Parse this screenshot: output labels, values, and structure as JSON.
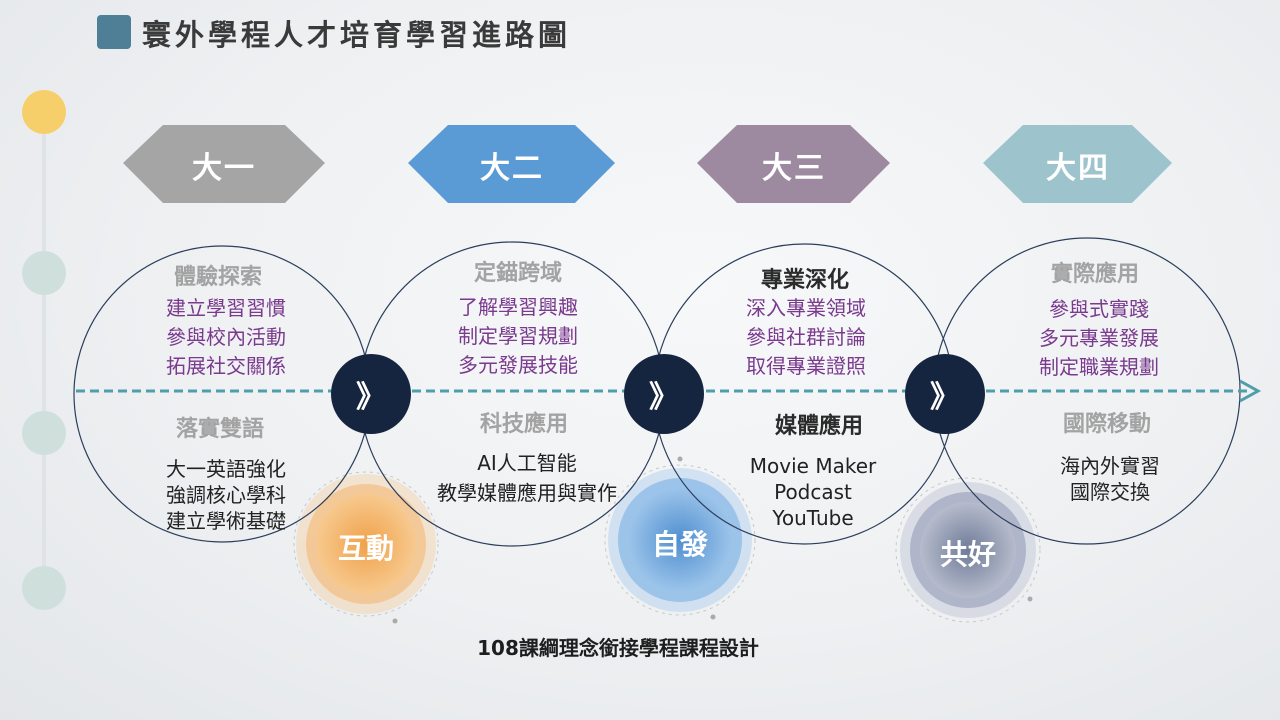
{
  "title": "寰外學程人才培育學習進路圖",
  "years": [
    {
      "label": "大一",
      "color": "#a5a5a5"
    },
    {
      "label": "大二",
      "color": "#5b9bd5"
    },
    {
      "label": "大三",
      "color": "#9d8aa0"
    },
    {
      "label": "大四",
      "color": "#9dc3cd"
    }
  ],
  "stages": [
    {
      "top_heading": "體驗探索",
      "top_items": [
        "建立學習習慣",
        "參與校內活動",
        "拓展社交關係"
      ],
      "bottom_heading": "落實雙語",
      "bottom_items": [
        "大一英語強化",
        "強調核心學科",
        "建立學術基礎"
      ]
    },
    {
      "top_heading": "定錨跨域",
      "top_items": [
        "了解學習興趣",
        "制定學習規劃",
        "多元發展技能"
      ],
      "bottom_heading": "科技應用",
      "bottom_items": [
        "AI人工智能",
        "教學媒體應用與實作"
      ]
    },
    {
      "top_heading": "專業深化",
      "top_items": [
        "深入專業領域",
        "參與社群討論",
        "取得專業證照"
      ],
      "bottom_heading": "媒體應用",
      "bottom_items": [
        "Movie Maker",
        "Podcast",
        "YouTube"
      ]
    },
    {
      "top_heading": "實際應用",
      "top_items": [
        "參與式實踐",
        "多元專業發展",
        "制定職業規劃"
      ],
      "bottom_heading": "國際移動",
      "bottom_items": [
        "海內外實習",
        "國際交換"
      ]
    }
  ],
  "connector_symbol": "》",
  "concepts": [
    {
      "label": "互動",
      "color": "#f0a24a"
    },
    {
      "label": "自發",
      "color": "#5b9bd5"
    },
    {
      "label": "共好",
      "color": "#7f8aa6"
    }
  ],
  "timeline_colors": [
    "#f6cf6a",
    "#cfe0dc",
    "#cfe0dc",
    "#cfe0dc"
  ],
  "arrow_color": "#4f9eab",
  "footer": "108課綱理念銜接學程課程設計"
}
